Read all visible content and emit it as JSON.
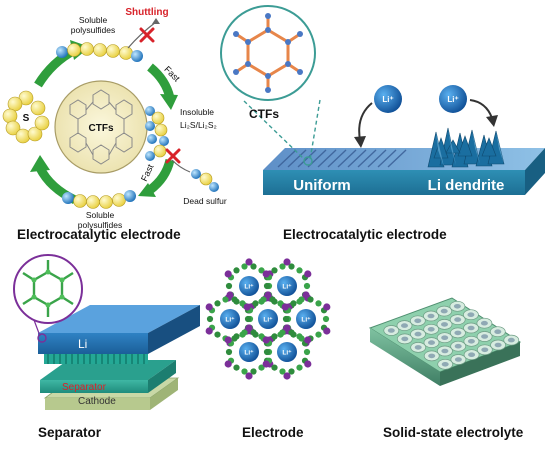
{
  "panel_a": {
    "label_shuttling": "Shuttling",
    "label_soluble_top_1": "Soluble",
    "label_soluble_top_2": "polysulfides",
    "label_s": "S",
    "label_ctfs_center": "CTFs",
    "label_fast_1": "Fast",
    "label_fast_2": "Fast",
    "label_insoluble_1": "Insoluble",
    "label_insoluble_2": "Li₂S/Li₂S₂",
    "label_dead_sulfur": "Dead sulfur",
    "label_soluble_bottom_1": "Soluble",
    "label_soluble_bottom_2": "polysulfides",
    "caption": "Electrocatalytic electrode"
  },
  "panel_b": {
    "label_ctfs": "CTFs",
    "label_li_ion_1": "Li⁺",
    "label_li_ion_2": "Li⁺",
    "label_uniform": "Uniform",
    "label_li_dendrite": "Li dendrite",
    "caption": "Electrocatalytic electrode"
  },
  "panel_c": {
    "label_li": "Li",
    "label_separator": "Separator",
    "label_cathode": "Cathode",
    "caption": "Separator"
  },
  "panel_d": {
    "pore_labels": [
      "Li⁺",
      "Li⁺",
      "Li⁺",
      "Li⁺",
      "Li⁺",
      "Li⁺",
      "Li⁺"
    ],
    "caption": "Electrode"
  },
  "panel_e": {
    "caption": "Solid-state electrolyte"
  },
  "colors": {
    "sulfur_yellow": "#f4e26a",
    "arrow_green": "#2f9e3c",
    "red_cross": "#d8232a",
    "li_blue": "#1d78c1",
    "substrate_teal": "#2e8fb4",
    "dendrite_blue": "#1a6ea0",
    "framework_orange": "#e7864a",
    "framework_green": "#3aa44a",
    "node_purple": "#7b2f99",
    "electrolyte_green": "#5c9b7e"
  }
}
